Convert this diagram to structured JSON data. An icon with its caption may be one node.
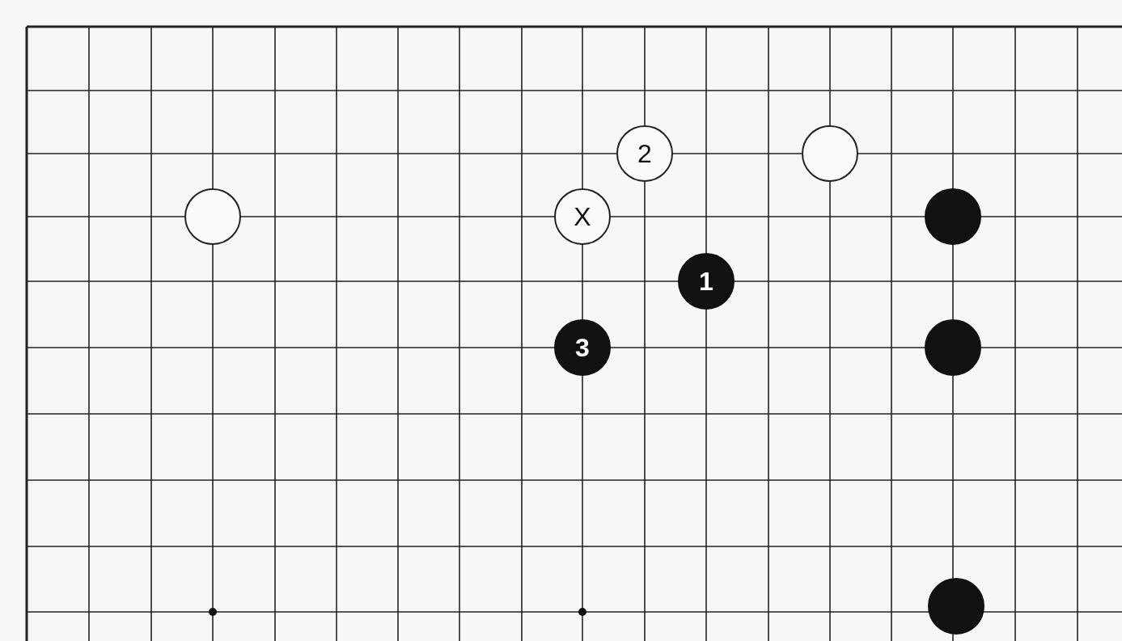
{
  "diagram": {
    "nodes": [
      {
        "text": [
          "2"
        ]
      },
      {
        "text": [],
        "shape": "circle"
      },
      {
        "text": [],
        "shape": "circle"
      },
      {
        "text": [
          "X"
        ]
      },
      {
        "text": [],
        "shape": "circle"
      },
      {
        "text": [
          "1"
        ]
      },
      {
        "text": [
          "3"
        ]
      },
      {
        "text": [],
        "shape": "circle"
      },
      {
        "text": [],
        "shape": "circle"
      }
    ]
  }
}
